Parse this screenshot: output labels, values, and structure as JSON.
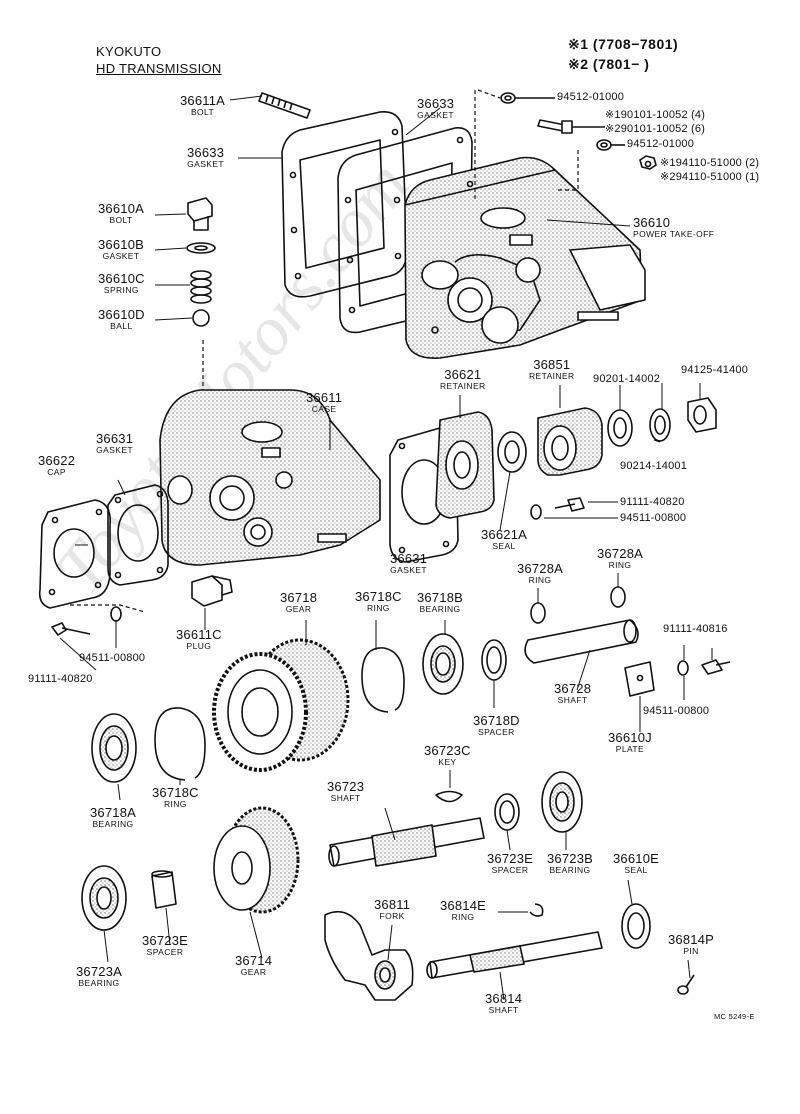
{
  "header": {
    "line1": "KYOKUTO",
    "line2": "HD TRANSMISSION",
    "serial1": "※1 (7708−7801)",
    "serial2": "※2 (7801−        )"
  },
  "watermark": "ToyotaMotors.com",
  "code": "MC 5249-E",
  "parts": {
    "p36611A": {
      "pn": "36611A",
      "nm": "BOLT"
    },
    "p36633a": {
      "pn": "36633",
      "nm": "GASKET"
    },
    "p36633b": {
      "pn": "36633",
      "nm": "GASKET"
    },
    "p36610A": {
      "pn": "36610A",
      "nm": "BOLT"
    },
    "p36610B": {
      "pn": "36610B",
      "nm": "GASKET"
    },
    "p36610C": {
      "pn": "36610C",
      "nm": "SPRING"
    },
    "p36610D": {
      "pn": "36610D",
      "nm": "BALL"
    },
    "p36610": {
      "pn": "36610",
      "nm": "POWER TAKE-OFF"
    },
    "p36611": {
      "pn": "36611",
      "nm": "CASE"
    },
    "p36621": {
      "pn": "36621",
      "nm": "RETAINER"
    },
    "p36851": {
      "pn": "36851",
      "nm": "RETAINER"
    },
    "p36622": {
      "pn": "36622",
      "nm": "CAP"
    },
    "p36631a": {
      "pn": "36631",
      "nm": "GASKET"
    },
    "p36631b": {
      "pn": "36631",
      "nm": "GASKET"
    },
    "p36621A": {
      "pn": "36621A",
      "nm": "SEAL"
    },
    "p36611C": {
      "pn": "36611C",
      "nm": "PLUG"
    },
    "p36718": {
      "pn": "36718",
      "nm": "GEAR"
    },
    "p36718C": {
      "pn": "36718C",
      "nm": "RING"
    },
    "p36718B": {
      "pn": "36718B",
      "nm": "BEARING"
    },
    "p36728Aa": {
      "pn": "36728A",
      "nm": "RING"
    },
    "p36728Ab": {
      "pn": "36728A",
      "nm": "RING"
    },
    "p36728": {
      "pn": "36728",
      "nm": "SHAFT"
    },
    "p36718D": {
      "pn": "36718D",
      "nm": "SPACER"
    },
    "p36610J": {
      "pn": "36610J",
      "nm": "PLATE"
    },
    "p36718A": {
      "pn": "36718A",
      "nm": "BEARING"
    },
    "p36718C2": {
      "pn": "36718C",
      "nm": "RING"
    },
    "p36723C": {
      "pn": "36723C",
      "nm": "KEY"
    },
    "p36723": {
      "pn": "36723",
      "nm": "SHAFT"
    },
    "p36723E": {
      "pn": "36723E",
      "nm": "SPACER"
    },
    "p36723B": {
      "pn": "36723B",
      "nm": "BEARING"
    },
    "p36610E": {
      "pn": "36610E",
      "nm": "SEAL"
    },
    "p36811": {
      "pn": "36811",
      "nm": "FORK"
    },
    "p36814E": {
      "pn": "36814E",
      "nm": "RING"
    },
    "p36723A": {
      "pn": "36723A",
      "nm": "BEARING"
    },
    "p36723E2": {
      "pn": "36723E",
      "nm": "SPACER"
    },
    "p36714": {
      "pn": "36714",
      "nm": "GEAR"
    },
    "p36814": {
      "pn": "36814",
      "nm": "SHAFT"
    },
    "p36814P": {
      "pn": "36814P",
      "nm": "PIN"
    }
  },
  "refs": {
    "r1": "94512-01000",
    "r2": "※190101-10052 (4)",
    "r3": "※290101-10052 (6)",
    "r4": "94512-01000",
    "r5": "※194110-51000 (2)",
    "r6": "※294110-51000 (1)",
    "r7": "90201-14002",
    "r8": "94125-41400",
    "r9": "90214-14001",
    "r10": "91111-40820",
    "r11": "94511-00800",
    "r12": "94511-00800",
    "r13": "91111-40820",
    "r14": "91111-40816",
    "r15": "94511-00800"
  }
}
